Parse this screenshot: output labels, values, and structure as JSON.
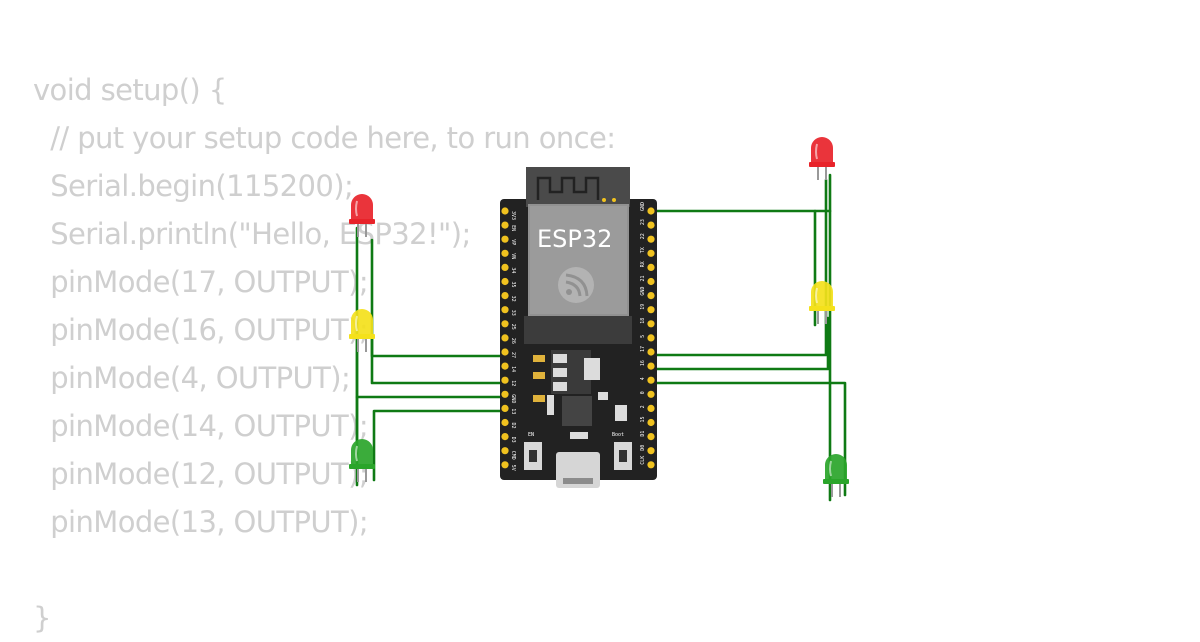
{
  "code": {
    "lines": [
      "void setup() {",
      "  // put your setup code here, to run once:",
      "  Serial.begin(115200);",
      "  Serial.println(\"Hello, ESP32!\");",
      "  pinMode(17, OUTPUT);",
      "  pinMode(16, OUTPUT);",
      "  pinMode(4, OUTPUT);",
      "  pinMode(14, OUTPUT);",
      "  pinMode(12, OUTPUT);",
      "  pinMode(13, OUTPUT);",
      "",
      "}"
    ]
  },
  "board": {
    "chip_label": "ESP32",
    "en_label": "EN",
    "boot_label": "Boot",
    "left_pins": [
      "3V3",
      "EN",
      "VP",
      "VN",
      "34",
      "35",
      "32",
      "33",
      "25",
      "26",
      "27",
      "14",
      "12",
      "GND",
      "13",
      "D2",
      "D3",
      "CMD",
      "5V"
    ],
    "right_pins": [
      "GND",
      "23",
      "22",
      "TX",
      "RX",
      "21",
      "GND",
      "19",
      "18",
      "5",
      "17",
      "16",
      "4",
      "0",
      "2",
      "15",
      "D1",
      "D0",
      "CLK"
    ]
  },
  "leds": [
    {
      "color": "red",
      "hex": "#e8232a"
    },
    {
      "color": "yellow",
      "hex": "#f4e11b"
    },
    {
      "color": "green",
      "hex": "#2aa52a"
    },
    {
      "color": "red",
      "hex": "#e8232a"
    },
    {
      "color": "yellow",
      "hex": "#f4e11b"
    },
    {
      "color": "green",
      "hex": "#2aa52a"
    }
  ],
  "colors": {
    "wire": "#0f7a14",
    "board": "#222222",
    "pin": "#f0c21f",
    "code_text": "#cfcfcf"
  }
}
